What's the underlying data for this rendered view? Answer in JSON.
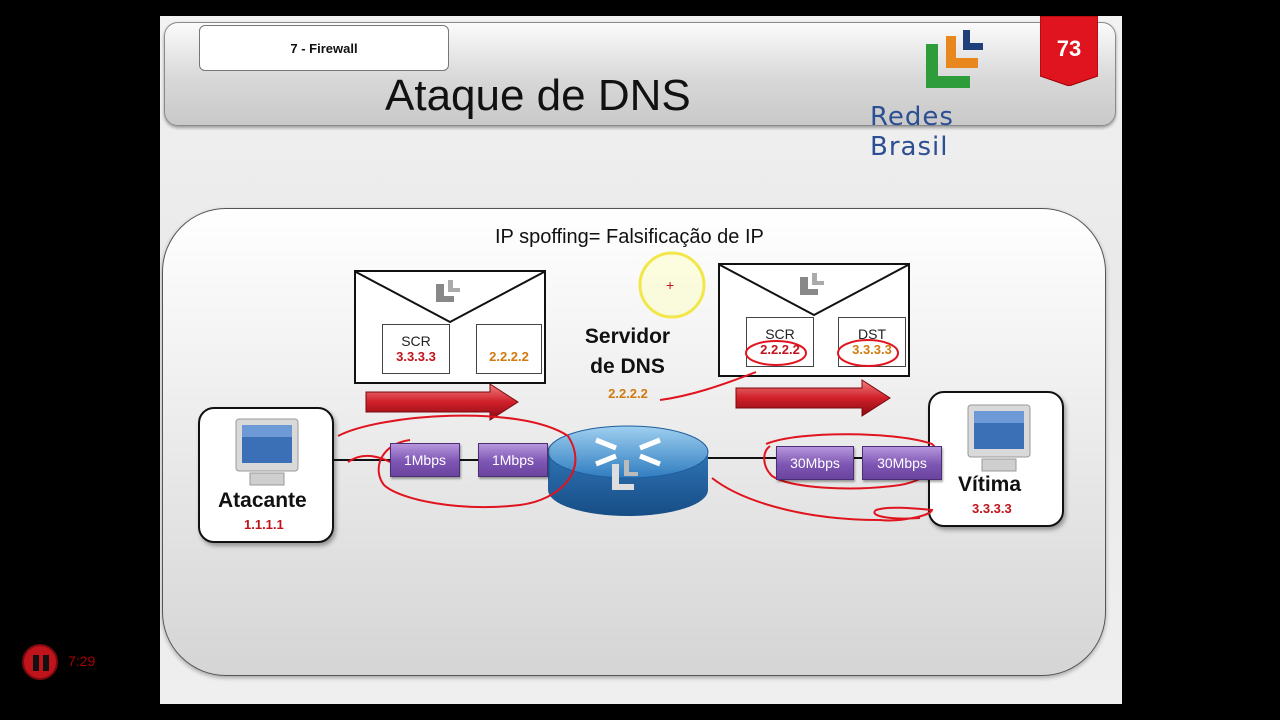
{
  "slide": {
    "section_tab": "7 - Firewall",
    "title": "Ataque de DNS",
    "page_number": "73",
    "brand_name": "Redes Brasil",
    "brand_colors": {
      "green": "#2e9c3a",
      "orange": "#e8871e",
      "navy": "#1f3f7a",
      "badge_red": "#e0141e"
    }
  },
  "diagram": {
    "caption": "IP spoffing= Falsificação de IP",
    "left_envelope": {
      "src_label": "SCR",
      "src_value": "3.3.3.3",
      "dst_value": "2.2.2.2"
    },
    "right_envelope": {
      "src_label": "SCR",
      "src_value": "2.2.2.2",
      "dst_label": "DST",
      "dst_value": "3.3.3.3"
    },
    "attacker": {
      "name": "Atacante",
      "ip": "1.1.1.1"
    },
    "server": {
      "name_line1": "Servidor",
      "name_line2": "de DNS",
      "ip": "2.2.2.2"
    },
    "victim": {
      "name": "Vítima",
      "ip": "3.3.3.3"
    },
    "left_links": [
      "1Mbps",
      "1Mbps"
    ],
    "right_links": [
      "30Mbps",
      "30Mbps"
    ],
    "cursor_marker": "+"
  },
  "player": {
    "time": "7:29",
    "state_icon": "pause-icon"
  }
}
